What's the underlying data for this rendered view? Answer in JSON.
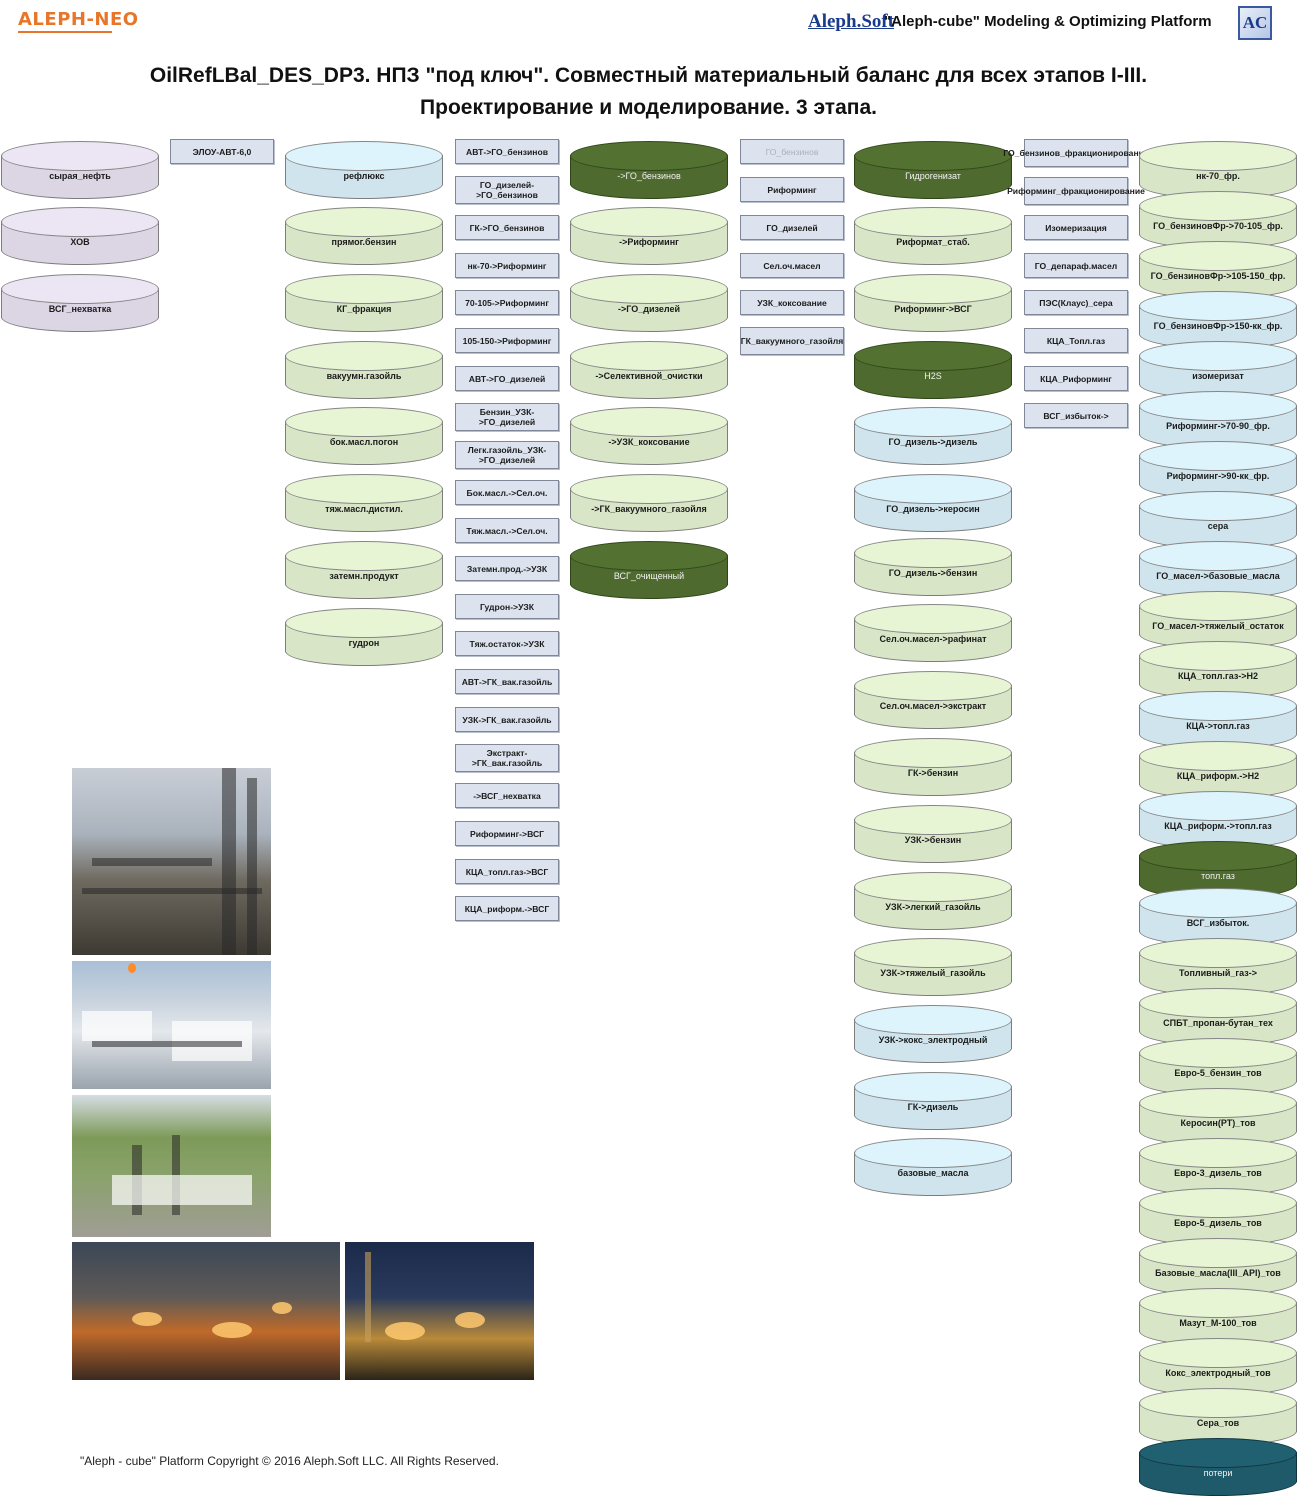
{
  "header": {
    "left_logo": "ALEPH-NEO",
    "brand": "Aleph.Soft",
    "platform": "\"Aleph-cube\" Modeling & Optimizing Platform",
    "ac_logo": "AC"
  },
  "title_line1": "OilRefLBal_DES_DP3. НПЗ \"под ключ\". Совместный материальный баланс для всех этапов I-III.",
  "title_line2": "Проектирование и моделирование. 3 этапа.",
  "footer": "\"Aleph - cube\" Platform Copyright © 2016 Aleph.Soft LLC. All Rights Reserved.",
  "col1_tanks": [
    "сырая_нефть",
    "ХОВ",
    "ВСГ_нехватка"
  ],
  "col2_box": "ЭЛОУ-АВТ-6,0",
  "col3_tanks": [
    "рефлюкс",
    "прямог.бензин",
    "КГ_фракция",
    "вакуумн.газойль",
    "бок.масл.погон",
    "тяж.масл.дистил.",
    "затемн.продукт",
    "гудрон"
  ],
  "col4_boxes": [
    "АВТ->ГО_бензинов",
    "ГО_дизелей->ГО_бензинов",
    "ГК->ГО_бензинов",
    "нк-70->Риформинг",
    "70-105->Риформинг",
    "105-150->Риформинг",
    "АВТ->ГО_дизелей",
    "Бензин_УЗК->ГО_дизелей",
    "Легк.газойль_УЗК->ГО_дизелей",
    "Бок.масл.->Сел.оч.",
    "Тяж.масл.->Сел.оч.",
    "Затемн.прод.->УЗК",
    "Гудрон->УЗК",
    "Тяж.остаток->УЗК",
    "АВТ->ГК_вак.газойль",
    "УЗК->ГК_вак.газойль",
    "Экстракт->ГК_вак.газойль",
    "->ВСГ_нехватка",
    "Риформинг->ВСГ",
    "КЦА_топл.газ->ВСГ",
    "КЦА_риформ.->ВСГ"
  ],
  "col5_tanks": [
    "->ГО_бензинов",
    "->Риформинг",
    "->ГО_дизелей",
    "->Селективной_очистки",
    "->УЗК_коксование",
    "->ГК_вакуумного_газойля",
    "ВСГ_очищенный"
  ],
  "col6_boxes": [
    "ГО_бензинов",
    "Риформинг",
    "ГО_дизелей",
    "Сел.оч.масел",
    "УЗК_коксование",
    "ГК_вакуумного_газойля"
  ],
  "col7_tanks": [
    "Гидрогенизат",
    "Риформат_стаб.",
    "Риформинг->ВСГ",
    "H2S",
    "ГО_дизель->дизель",
    "ГО_дизель->керосин",
    "ГО_дизель->бензин",
    "Сел.оч.масел->рафинат",
    "Сел.оч.масел->экстракт",
    "ГК->бензин",
    "УЗК->бензин",
    "УЗК->легкий_газойль",
    "УЗК->тяжелый_газойль",
    "УЗК->кокс_электродный",
    "ГК->дизель",
    "базовые_масла"
  ],
  "col8_boxes": [
    "ГО_бензинов_фракционирование",
    "Риформинг_фракционирование",
    "Изомеризация",
    "ГО_депараф.масел",
    "ПЭС(Клаус)_сера",
    "КЦА_Топл.газ",
    "КЦА_Риформинг",
    "ВСГ_избыток->"
  ],
  "col9_tanks": [
    "нк-70_фр.",
    "ГО_бензиновФр->70-105_фр.",
    "ГО_бензиновФр->105-150_фр.",
    "ГО_бензиновФр->150-кк_фр.",
    "изомеризат",
    "Риформинг->70-90_фр.",
    "Риформинг->90-кк_фр.",
    "сера",
    "ГО_масел->базовые_масла",
    "ГО_масел->тяжелый_остаток",
    "КЦА_топл.газ->H2",
    "КЦА->топл.газ",
    "КЦА_риформ.->H2",
    "КЦА_риформ.->топл.газ",
    "топл.газ",
    "ВСГ_избыток.",
    "Топливный_газ->",
    "СПБТ_пропан-бутан_тех",
    "Евро-5_бензин_тов",
    "Керосин(РТ)_тов",
    "Евро-3_дизель_тов",
    "Евро-5_дизель_тов",
    "Базовые_масла(III_API)_тов",
    "Мазут_М-100_тов",
    "Кокс_электродный_тов",
    "Сера_тов",
    "потери"
  ],
  "colors": {
    "lavender": "#dcd6e4",
    "light_green": "#d9e5c7",
    "light_blue": "#cfe4ec",
    "dark_green": "#4e6a2e",
    "dark_teal": "#1f5a6a",
    "box_fill": "#dde3ee",
    "orange_logo": "#e8762a"
  }
}
